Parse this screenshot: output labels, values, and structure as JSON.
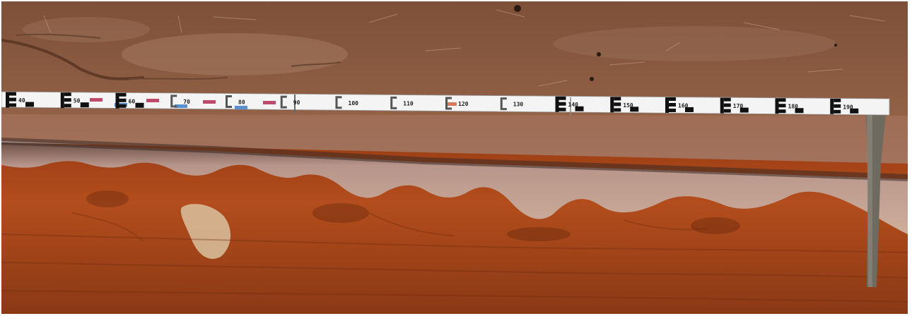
{
  "photo": {
    "subject": "",
    "measuring_staff": {
      "marks": [
        "40",
        "50",
        "60",
        "70",
        "80",
        "90",
        "100",
        "110",
        "120",
        "130",
        "140",
        "150",
        "160",
        "170",
        "180",
        "190"
      ]
    }
  },
  "colors": {
    "surface_soil": "#8a5a3f",
    "ground_band": "#9c6b55",
    "bleached_horizon": "#c9a895",
    "rust_horizon": "#a8471a",
    "deep_subsoil": "#8e3c16",
    "staff_white": "#f4f4f4",
    "staff_black": "#111111",
    "peg": "#6e6a60"
  }
}
